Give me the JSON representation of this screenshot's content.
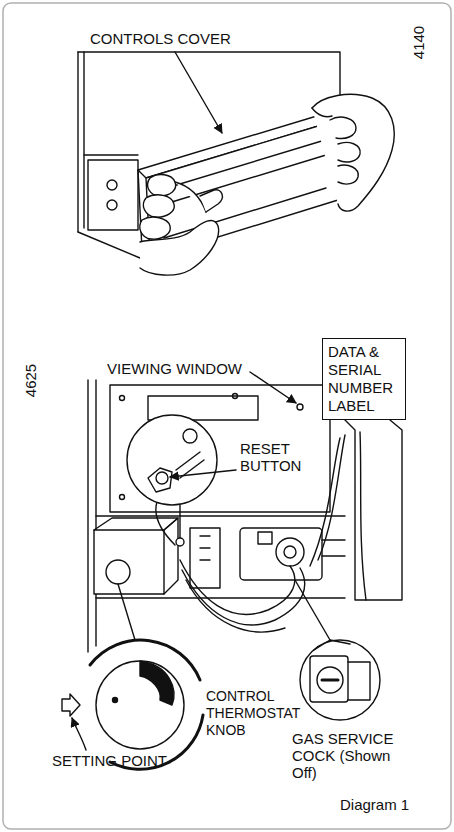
{
  "diagram": {
    "caption": "Diagram 1",
    "nodes": [
      {
        "text": [
          "DATA & SERIAL NUMBER LABEL"
        ]
      }
    ],
    "labels": [
      "CONTROLS COVER",
      "4140",
      "4625",
      "VIEWING WINDOW",
      "RESET BUTTON",
      "CONTROL THERMOSTAT KNOB",
      "SETTING POINT",
      "GAS SERVICE COCK (Shown Off)"
    ]
  }
}
